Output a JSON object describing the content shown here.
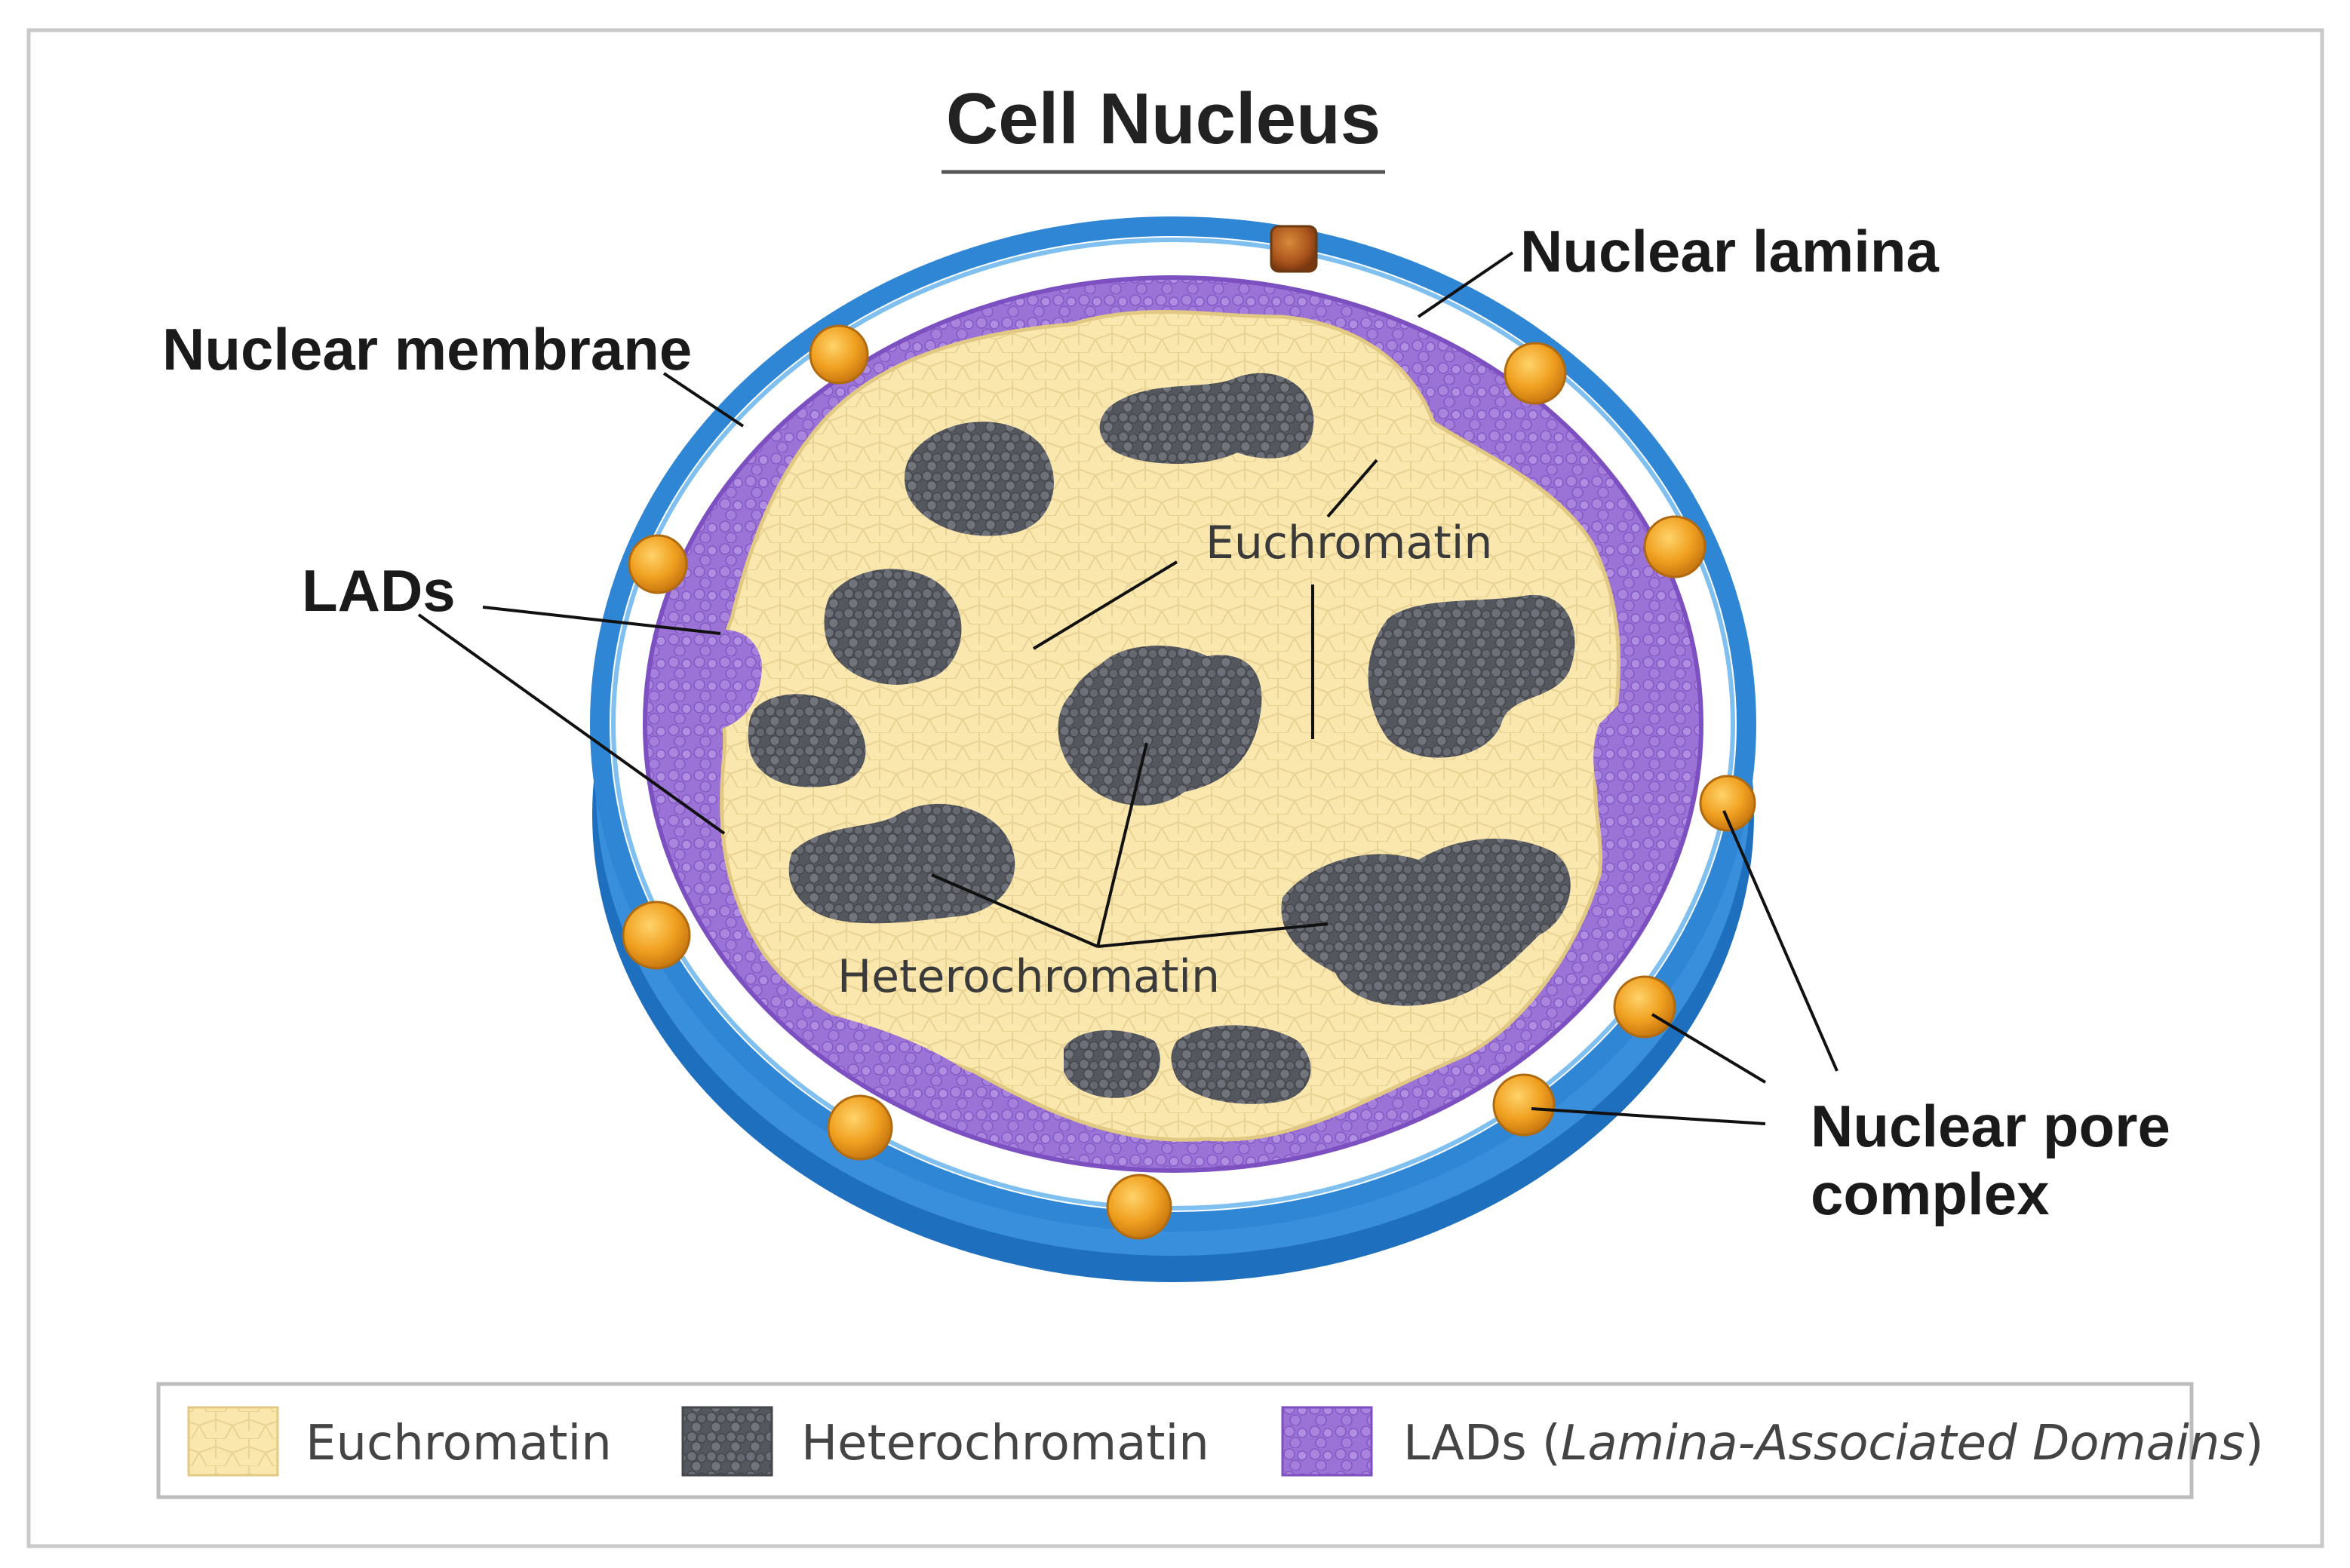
{
  "title": "Cell Nucleus",
  "labels": {
    "nuclear_lamina": "Nuclear lamina",
    "nuclear_membrane": "Nuclear membrane",
    "lads": "LADs",
    "euchromatin": "Euchromatin",
    "heterochromatin": "Heterochromatin",
    "nuclear_pore_line1": "Nuclear pore",
    "nuclear_pore_line2": "complex"
  },
  "legend": {
    "euchromatin": "Euchromatin",
    "heterochromatin": "Heterochromatin",
    "lads_prefix": "LADs (",
    "lads_italic": "Lamina-Associated Domains",
    "lads_suffix": ")"
  },
  "colors": {
    "membrane_blue": "#2f86d4",
    "membrane_dark": "#1f6fbf",
    "lamina_purple": "#9b72d6",
    "euchromatin_yellow": "#f9e7ae",
    "heterochromatin_gray": "#5f6169",
    "pore_orange": "#f0a020"
  }
}
